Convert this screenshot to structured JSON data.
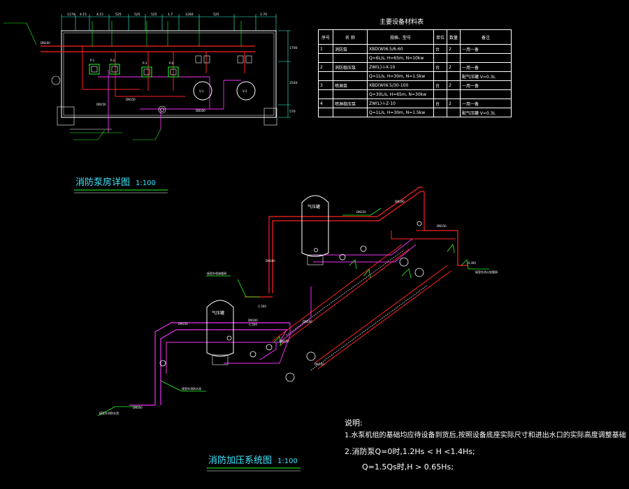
{
  "table": {
    "title": "主要设备材料表",
    "headers": [
      "序号",
      "名  称",
      "规格、型号",
      "单位",
      "数量",
      "备注"
    ],
    "rows": [
      [
        "1",
        "消防泵",
        "XBD(W)6.5/6-60",
        "台",
        "2",
        "一用一备"
      ],
      [
        "",
        "",
        "Q=6L/s, H=65m, N=10kw",
        "",
        "",
        ""
      ],
      [
        "2",
        "消防稳压泵",
        "ZW(L)-I-X-10",
        "台",
        "2",
        "一用一备"
      ],
      [
        "",
        "",
        "Q=1L/s, H=30m, N=1.5kw",
        "",
        "",
        "配气压罐 V=0.3L"
      ],
      [
        "3",
        "喷淋泵",
        "XBD(W)6.5/30-100",
        "台",
        "2",
        "一用一备"
      ],
      [
        "",
        "",
        "Q=30L/s, H=65m, N=30kw",
        "",
        "",
        ""
      ],
      [
        "4",
        "喷淋稳压泵",
        "ZW(L)-I-Z-10",
        "台",
        "2",
        "一用一备"
      ],
      [
        "",
        "",
        "Q=1L/s, H=30m, N=1.5kw",
        "",
        "",
        "配气压罐 V=0.3L"
      ]
    ]
  },
  "titles": {
    "pump_room": "消防泵房详图",
    "pump_room_scale": "1:100",
    "system": "消防加压系统图",
    "system_scale": "1:100"
  },
  "notes": {
    "heading": "说明:",
    "line1": "1.水泵机组的基础均应待设备到货后,按照设备底座实际尺寸和进出水口的实际高度调整基础",
    "line2": "2.消防泵Q=0时,1.2Hs < H <1.4Hs;",
    "line3": "Q=1.5Qs时,H > 0.65Hs;"
  },
  "plan": {
    "dims_top": [
      "1170",
      "4.15",
      "4.15",
      "525",
      "525",
      "525",
      "1.7",
      "1260",
      "525",
      "2.70"
    ],
    "dims_right": [
      "1700",
      "2540",
      "570"
    ],
    "pipe_labels": [
      "DN100",
      "DN150",
      "DN150",
      "DN100"
    ],
    "pump_labels": [
      "P-1",
      "P-2",
      "P-3",
      "P-4"
    ],
    "tank_labels": [
      "V-1",
      "V-2"
    ]
  },
  "system": {
    "tank_label": "气压罐",
    "pipe_labels": [
      "DN150",
      "DN100",
      "DN150",
      "DN100",
      "DN100",
      "DN150",
      "DN100",
      "DN150",
      "DN150",
      "DN100"
    ],
    "elevations": [
      "-1.500",
      "-1.500",
      "-0.300"
    ],
    "leader_labels": [
      "接室外消火栓管网",
      "接室外喷淋管网",
      "接室外消防水池",
      "接室外消防水池"
    ]
  }
}
